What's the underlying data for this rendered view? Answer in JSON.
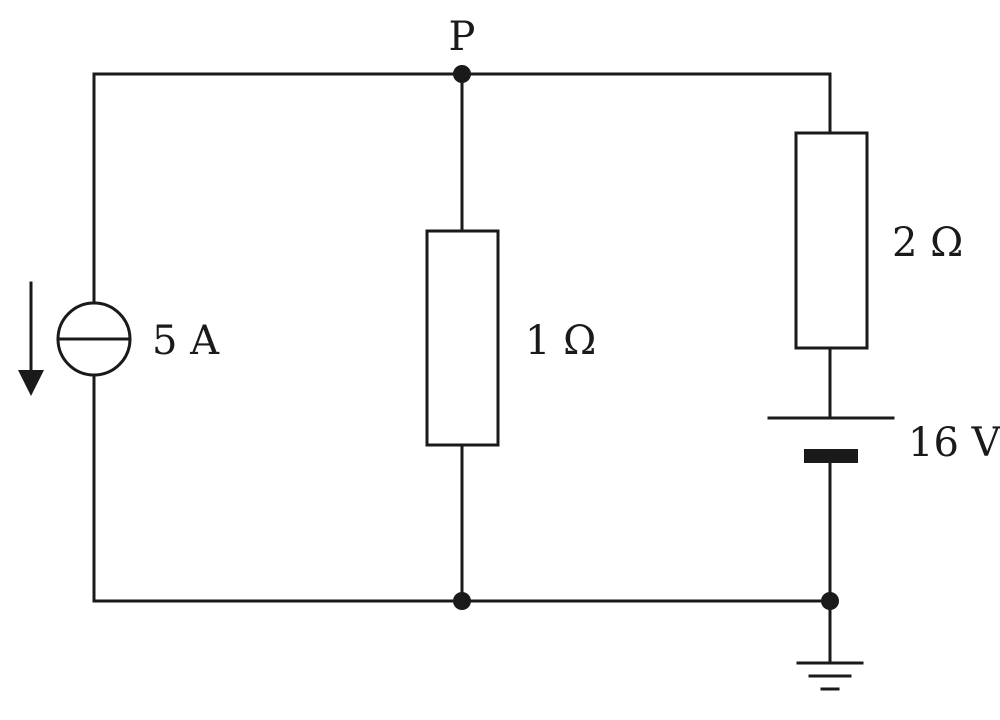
{
  "node_label": "P",
  "current_source": {
    "label": "5 A"
  },
  "resistor_middle": {
    "label": "1 Ω"
  },
  "resistor_right": {
    "label": "2 Ω"
  },
  "battery": {
    "label": "16 V"
  },
  "colors": {
    "ink": "#1a1a1a",
    "background": "#ffffff"
  },
  "icons": {
    "current_source": "current-source-icon",
    "direction_arrow": "arrow-down-icon",
    "resistor": "resistor-icon",
    "battery": "battery-icon",
    "ground": "ground-icon"
  }
}
